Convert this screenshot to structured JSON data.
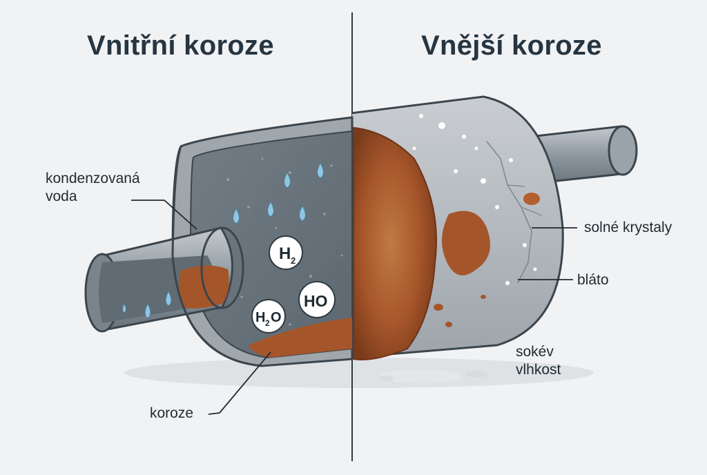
{
  "titles": {
    "internal": "Vnitřní koroze",
    "external": "Vnější koroze"
  },
  "labels": {
    "condensed_water_line1": "kondenzovaná",
    "condensed_water_line2": "voda",
    "corrosion": "koroze",
    "salt_crystals": "solné krystaly",
    "mud": "bláto",
    "moisture_line1": "sokév",
    "moisture_line2": "vlhkost"
  },
  "molecules": {
    "h2_main": "H",
    "h2_sub": "2",
    "h2o_main": "H",
    "h2o_sub": "2",
    "h2o_tail": "O",
    "ho": "HO"
  },
  "colors": {
    "background": "#f1f2f4",
    "rust": "#a5552a",
    "steel": "#8d979f",
    "dark_steel": "#4b565e",
    "text": "#1f2a30",
    "water": "#8fc6e2"
  }
}
